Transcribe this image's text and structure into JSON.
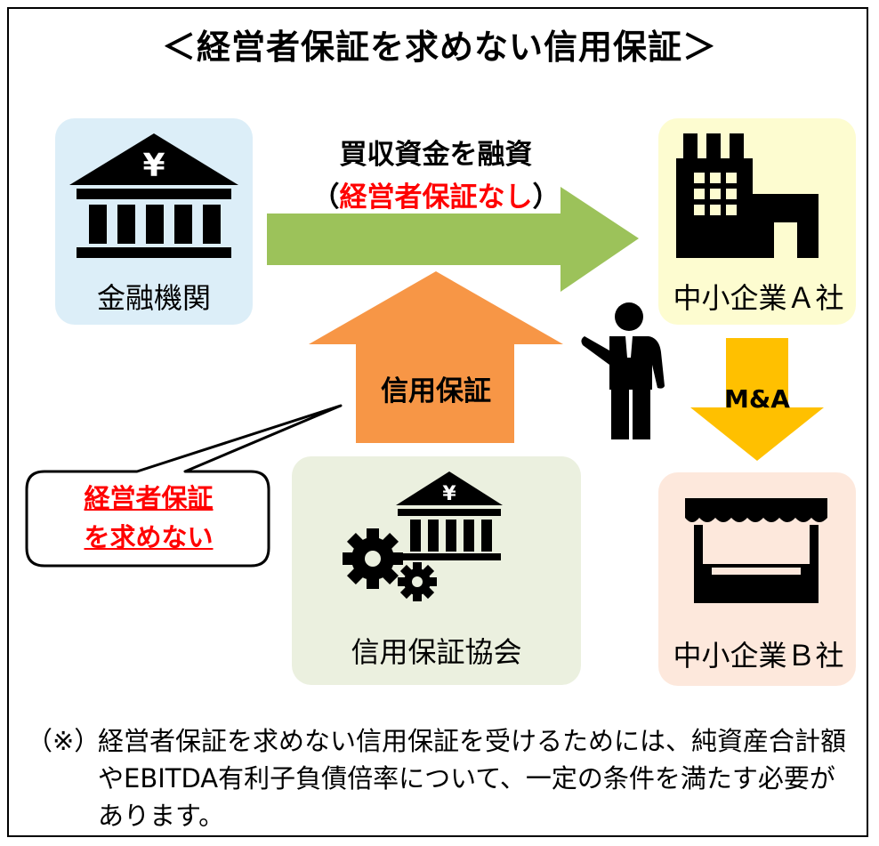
{
  "title": "＜経営者保証を求めない信用保証＞",
  "nodes": {
    "bank": {
      "label": "金融機関",
      "icon": "bank-yen-icon",
      "color": "#dceef8"
    },
    "company_a": {
      "label": "中小企業Ａ社",
      "icon": "factory-building-icon",
      "color": "#fdfcd0"
    },
    "company_b": {
      "label": "中小企業Ｂ社",
      "icon": "market-stall-icon",
      "color": "#fde8dc"
    },
    "guarantee_assoc": {
      "label": "信用保証協会",
      "icon": "bank-gears-icon",
      "color": "#ebf0df"
    }
  },
  "arrows": {
    "loan": {
      "line1": "買収資金を融資",
      "paren_open": "（",
      "red_text": "経営者保証なし",
      "paren_close": "）",
      "color": "#9cc25a",
      "highlight_color": "#ff0000"
    },
    "guarantee": {
      "label": "信用保証",
      "color": "#f79646"
    },
    "ma": {
      "label": "M&A",
      "color": "#ffc000"
    }
  },
  "person_icon": "businessman-icon",
  "callout": {
    "line1": "経営者保証",
    "line2": "を求めない"
  },
  "note": {
    "mark": "（※）",
    "text": "経営者保証を求めない信用保証を受けるためには、純資産合計額やEBITDA有利子負債倍率について、一定の条件を満たす必要があります。"
  }
}
